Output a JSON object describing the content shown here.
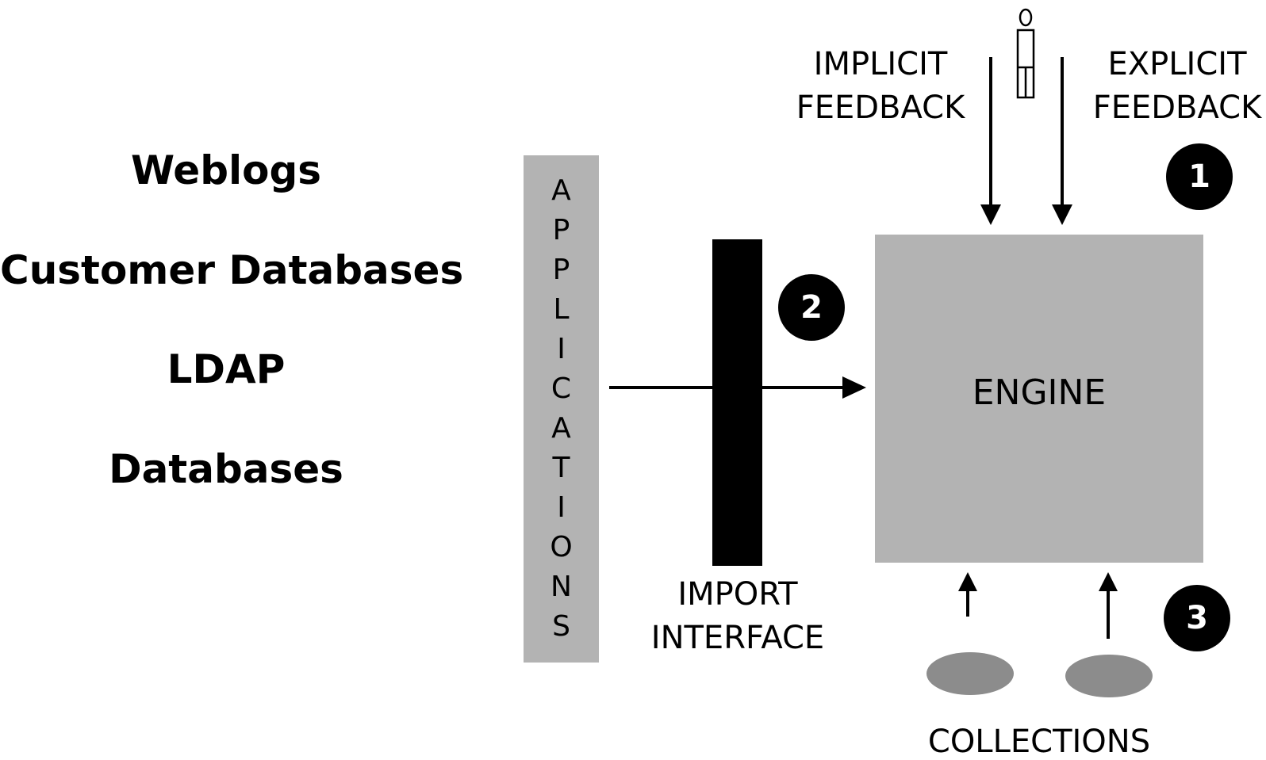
{
  "data_sources": [
    "Weblogs",
    "Customer Databases",
    "LDAP",
    "Databases"
  ],
  "applications": {
    "letters": [
      "A",
      "P",
      "P",
      "L",
      "I",
      "C",
      "A",
      "T",
      "I",
      "O",
      "N",
      "S"
    ]
  },
  "import_interface": {
    "line1": "IMPORT",
    "line2": "INTERFACE"
  },
  "engine": {
    "label": "ENGINE"
  },
  "implicit_feedback": {
    "line1": "IMPLICIT",
    "line2": "FEEDBACK"
  },
  "explicit_feedback": {
    "line1": "EXPLICIT",
    "line2": "FEEDBACK"
  },
  "collections": {
    "label": "COLLECTIONS"
  },
  "steps": [
    "1",
    "2",
    "3"
  ],
  "colors": {
    "panel_gray": "#b3b3b3",
    "ellipse_gray": "#8c8c8c",
    "black": "#000000",
    "background": "#ffffff"
  }
}
